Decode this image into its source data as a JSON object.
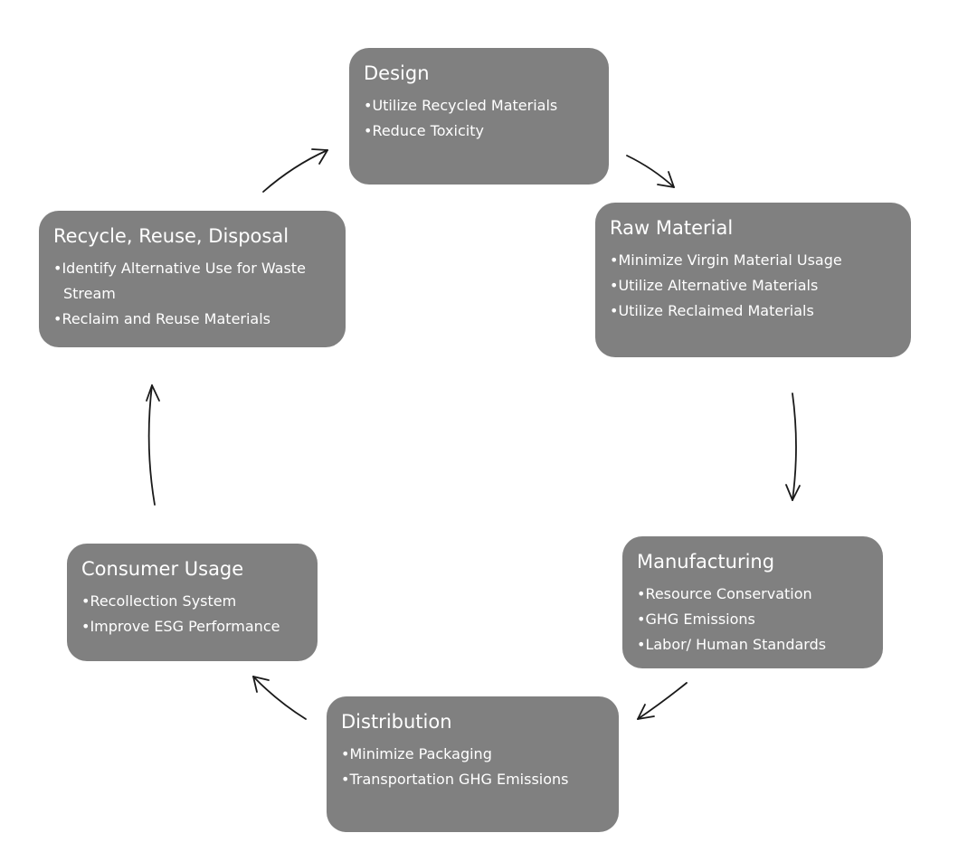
{
  "nodes": [
    {
      "id": "design",
      "title": "Design",
      "items": [
        "Utilize Recycled Materials",
        "Reduce Toxicity"
      ]
    },
    {
      "id": "raw-material",
      "title": "Raw Material",
      "items": [
        "Minimize Virgin Material Usage",
        "Utilize Alternative Materials",
        "Utilize Reclaimed Materials"
      ]
    },
    {
      "id": "manufacturing",
      "title": "Manufacturing",
      "items": [
        "Resource Conservation",
        "GHG Emissions",
        "Labor/ Human Standards"
      ]
    },
    {
      "id": "distribution",
      "title": "Distribution",
      "items": [
        "Minimize Packaging",
        "Transportation GHG Emissions"
      ]
    },
    {
      "id": "consumer-usage",
      "title": "Consumer Usage",
      "items": [
        "Recollection System",
        "Improve ESG Performance"
      ]
    },
    {
      "id": "recycle",
      "title": "Recycle, Reuse, Disposal",
      "items": [
        "Identify Alternative Use for Waste Stream",
        "Reclaim and Reuse Materials"
      ]
    }
  ],
  "colors": {
    "node_fill": "#808080",
    "node_text": "#ffffff",
    "arrow": "#1a1a1a"
  },
  "arrows": [
    {
      "from": "design",
      "to": "raw-material"
    },
    {
      "from": "raw-material",
      "to": "manufacturing"
    },
    {
      "from": "manufacturing",
      "to": "distribution"
    },
    {
      "from": "distribution",
      "to": "consumer-usage"
    },
    {
      "from": "consumer-usage",
      "to": "recycle"
    },
    {
      "from": "recycle",
      "to": "design"
    }
  ]
}
